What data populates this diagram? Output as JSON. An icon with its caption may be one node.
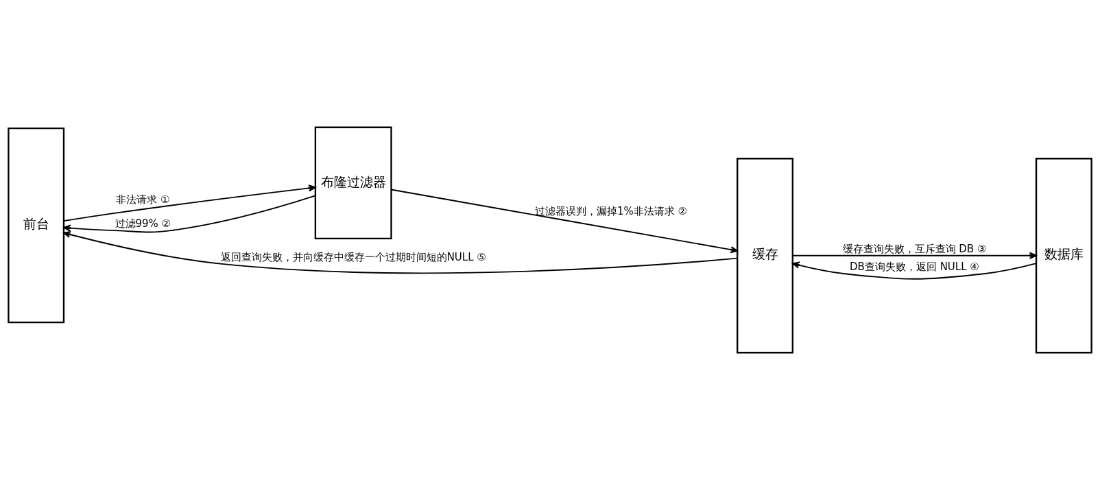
{
  "diagram": {
    "nodes": [
      {
        "text": [
          "前台"
        ]
      },
      {
        "text": [
          "布隆过滤器"
        ]
      },
      {
        "text": [
          "缓存"
        ]
      },
      {
        "text": [
          "数据库"
        ]
      }
    ],
    "edges": [
      {
        "from": 0,
        "to": 1,
        "arrow": "to",
        "label": "非法请求 ①"
      },
      {
        "from": 1,
        "to": 0,
        "arrow": "to",
        "label": "过滤99% ②"
      },
      {
        "from": 1,
        "to": 2,
        "arrow": "to",
        "label": "过滤器误判，漏掉1%非法请求 ②"
      },
      {
        "from": 2,
        "to": 3,
        "arrow": "to",
        "label": "缓存查询失败，互斥查询 DB ③"
      },
      {
        "from": 3,
        "to": 2,
        "arrow": "to",
        "label": "DB查询失败，返回 NULL ④"
      },
      {
        "from": 2,
        "to": 0,
        "arrow": "to",
        "label": "返回查询失败，并向缓存中缓存一个过期时间短的NULL ⑤"
      }
    ]
  }
}
